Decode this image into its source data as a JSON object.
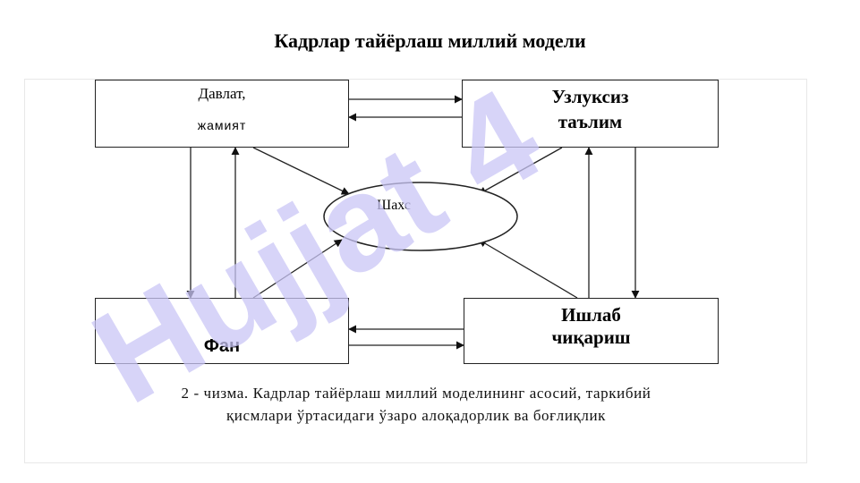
{
  "slide": {
    "title": "Кадрлар тайёрлаш миллий модели"
  },
  "diagram": {
    "nodes": {
      "state_society": {
        "line1": "Давлат,",
        "line2": "жамият"
      },
      "continuous_education": {
        "line1": "Узлуксиз",
        "line2": "таълим"
      },
      "person": {
        "label": "Шахс"
      },
      "science": {
        "label": "Фан"
      },
      "production": {
        "line1": "Ишлаб",
        "line2": "чиқариш"
      }
    },
    "edges": [
      {
        "from": "state_society",
        "to": "continuous_education"
      },
      {
        "from": "continuous_education",
        "to": "state_society"
      },
      {
        "from": "state_society",
        "to": "science"
      },
      {
        "from": "science",
        "to": "state_society"
      },
      {
        "from": "continuous_education",
        "to": "production"
      },
      {
        "from": "production",
        "to": "continuous_education"
      },
      {
        "from": "production",
        "to": "science"
      },
      {
        "from": "science",
        "to": "production"
      },
      {
        "from": "state_society",
        "to": "person"
      },
      {
        "from": "continuous_education",
        "to": "person"
      },
      {
        "from": "science",
        "to": "person"
      },
      {
        "from": "production",
        "to": "person"
      }
    ]
  },
  "caption": {
    "line1": "2 - чизма. Кадрлар тайёрлаш миллий моделининг асосий, таркибий",
    "line2": "қисмлари ўртасидаги ўзаро алоқадорлик ва боғлиқлик"
  },
  "watermark": {
    "text": "Hujjat 4",
    "color": "#c9c6f5"
  }
}
